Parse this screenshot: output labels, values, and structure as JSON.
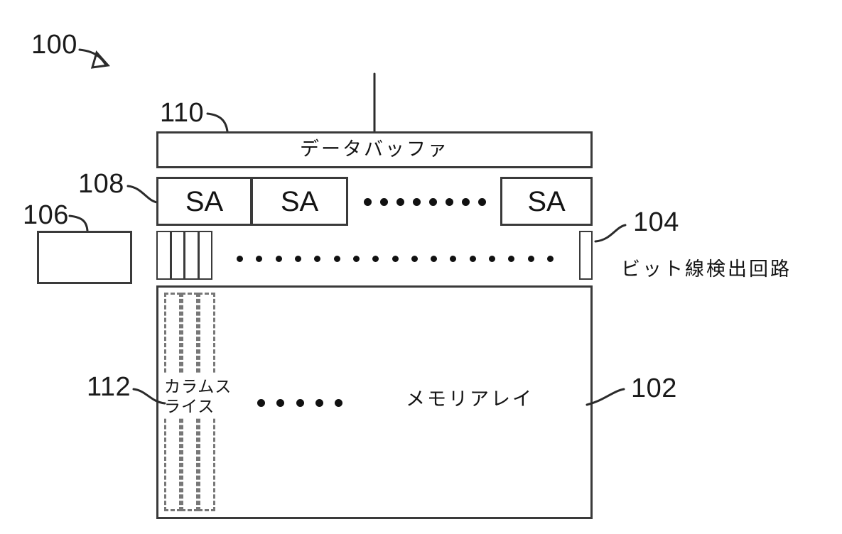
{
  "figure": {
    "type": "patent-block-diagram",
    "top_reference": "100",
    "language": "ja"
  },
  "references": {
    "system": "100",
    "memory_array": "102",
    "bit_line_detect": "104",
    "left_block": "106",
    "sense_amp_row": "108",
    "data_buffer": "110",
    "column_slice": "112"
  },
  "blocks": {
    "data_buffer": {
      "label": "データバッファ",
      "ref": "110"
    },
    "sense_amps": {
      "ref": "108",
      "items": [
        "SA",
        "SA",
        "SA"
      ],
      "ellipsis_dots": 8
    },
    "bit_line_detect": {
      "ref": "104",
      "label": "ビット線検出回路",
      "ellipsis_dots": 17
    },
    "left_block": {
      "ref": "106",
      "label": ""
    },
    "memory_array": {
      "ref": "102",
      "label": "メモリアレイ",
      "ellipsis_dots": 5
    },
    "column_slice": {
      "ref": "112",
      "label_line1": "カラムス",
      "label_line2": "ライス",
      "slice_count": 3
    }
  },
  "colors": {
    "ink": "#1a1a1a",
    "line": "#3a3a3a",
    "dashed": "#777777",
    "background": "#ffffff"
  }
}
